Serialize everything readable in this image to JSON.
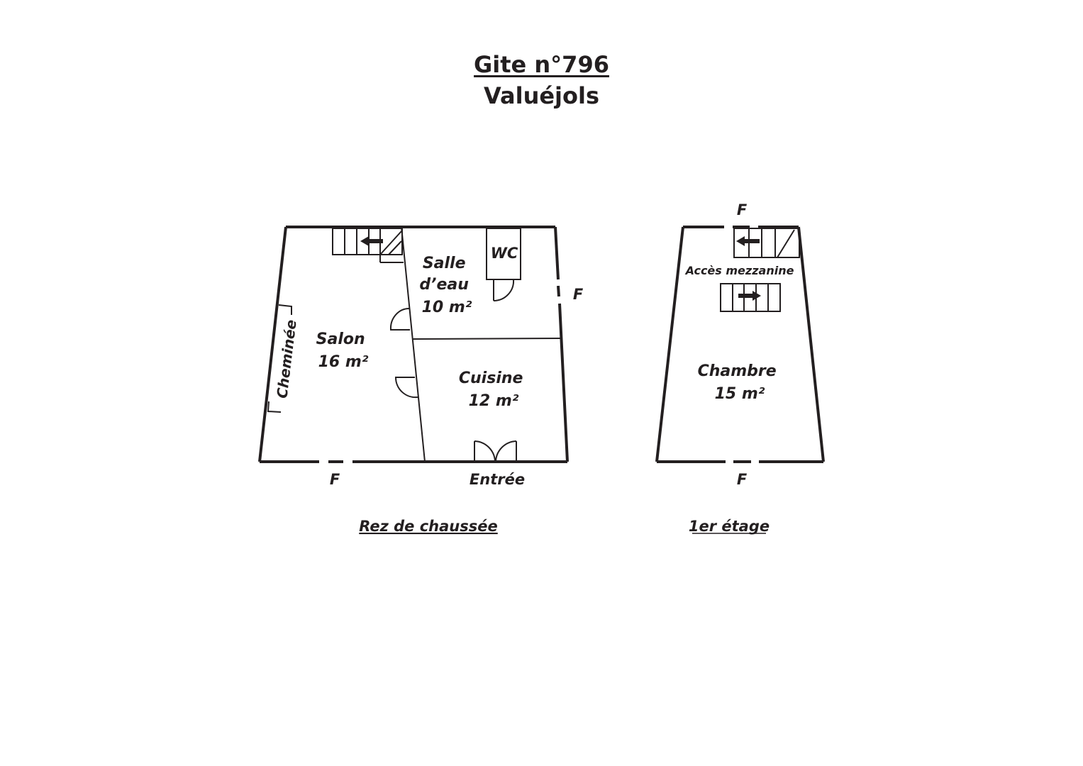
{
  "header": {
    "title": "Gite n°796",
    "subtitle": "Valuéjols"
  },
  "ground_floor": {
    "caption": "Rez de chaussée",
    "rooms": {
      "salle_deau": [
        "Salle",
        "d’eau",
        "10 m²"
      ],
      "wc": "WC",
      "salon": [
        "Salon",
        "16 m²"
      ],
      "cuisine": [
        "Cuisine",
        "12 m²"
      ]
    },
    "fireplace": "Cheminée",
    "entrance": "Entrée",
    "window_right": "F",
    "window_bottom": "F"
  },
  "first_floor": {
    "caption": "1er étage",
    "mezzanine": "Accès mezzanine",
    "room": [
      "Chambre",
      "15 m²"
    ],
    "window_top": "F",
    "window_bottom": "F"
  }
}
